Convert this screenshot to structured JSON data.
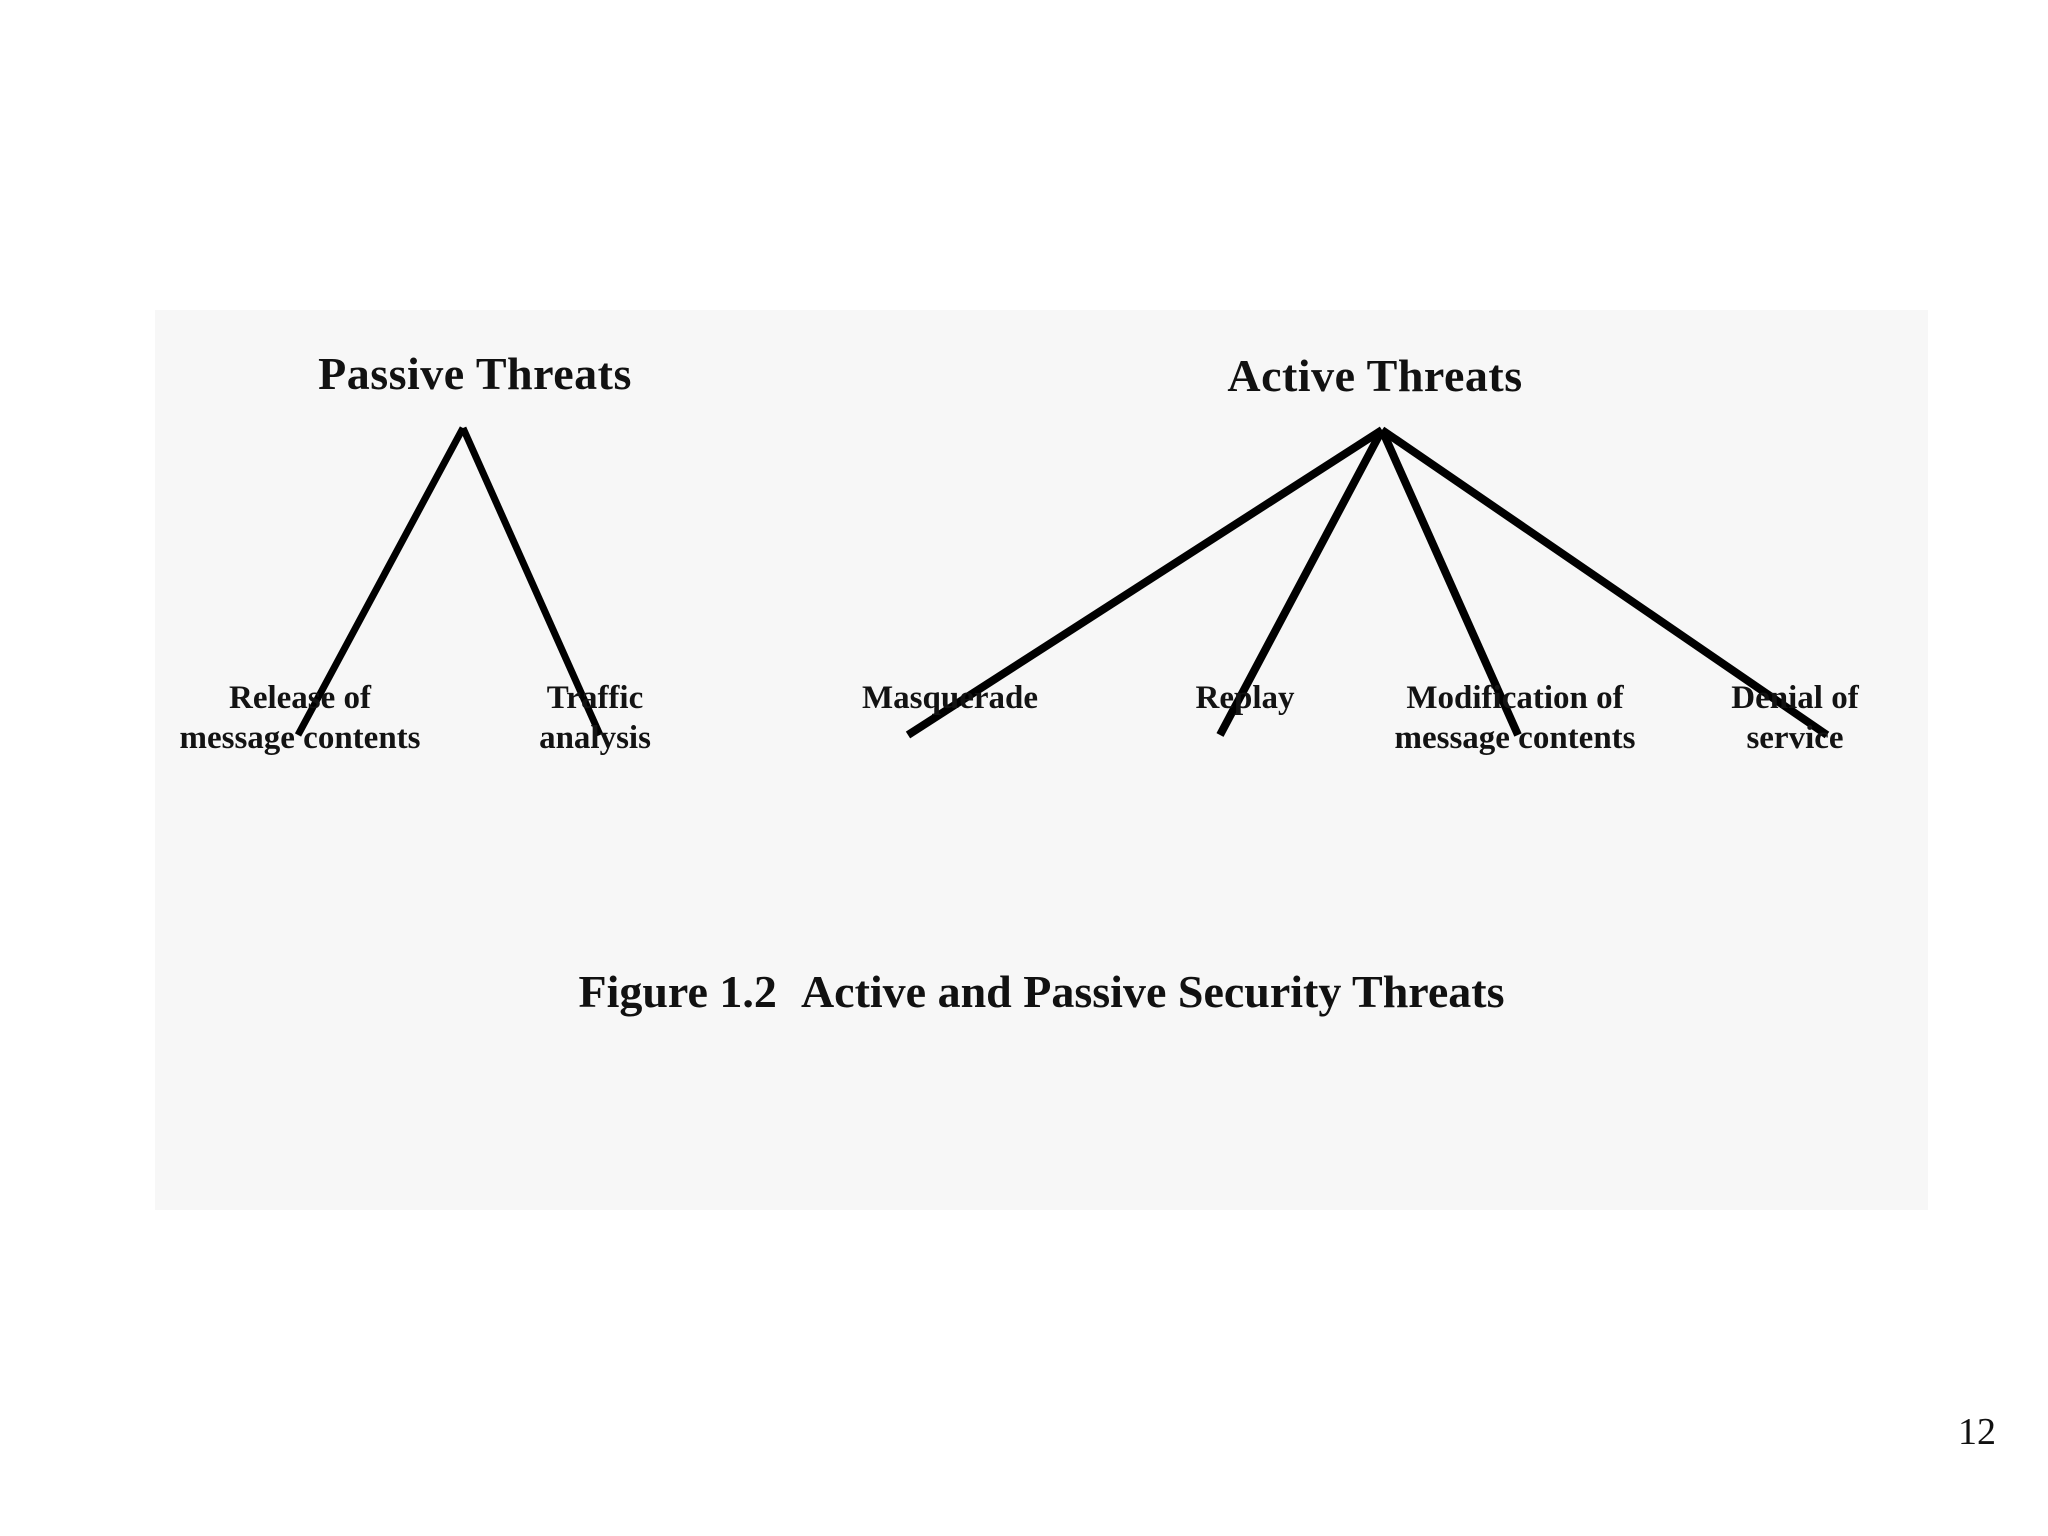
{
  "page": {
    "number": "12",
    "background_color": "#ffffff"
  },
  "figure": {
    "panel_background": "#f7f7f7",
    "line_color": "#000000",
    "caption_number": "Figure 1.2",
    "caption_text": "Active and Passive Security Threats"
  },
  "diagram": {
    "type": "hierarchy-tree",
    "groups": [
      {
        "id": "passive",
        "heading": "Passive Threats",
        "leaves": [
          {
            "id": "release-of-message-contents",
            "line1": "Release of",
            "line2": "message contents"
          },
          {
            "id": "traffic-analysis",
            "line1": "Traffic",
            "line2": "analysis"
          }
        ]
      },
      {
        "id": "active",
        "heading": "Active Threats",
        "leaves": [
          {
            "id": "masquerade",
            "line1": "Masquerade",
            "line2": ""
          },
          {
            "id": "replay",
            "line1": "Replay",
            "line2": ""
          },
          {
            "id": "modification-of-message-contents",
            "line1": "Modification of",
            "line2": "message contents"
          },
          {
            "id": "denial-of-service",
            "line1": "Denial of",
            "line2": "service"
          }
        ]
      }
    ]
  }
}
